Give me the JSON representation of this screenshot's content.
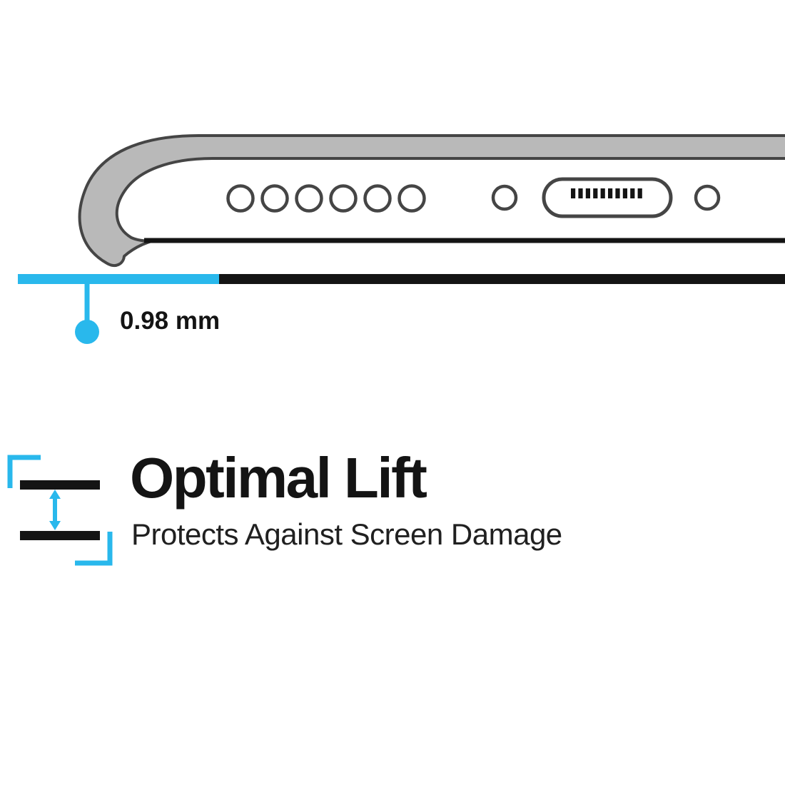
{
  "graphic": {
    "measurement_label": "0.98 mm",
    "feature_title": "Optimal Lift",
    "feature_subtitle": "Protects Against Screen Damage",
    "speaker_hole_count": 6
  },
  "colors": {
    "accent-cyan": "#29b8ec",
    "ink-black": "#141414",
    "case-gray": "#b9b9b9",
    "outline-gray": "#454545"
  }
}
